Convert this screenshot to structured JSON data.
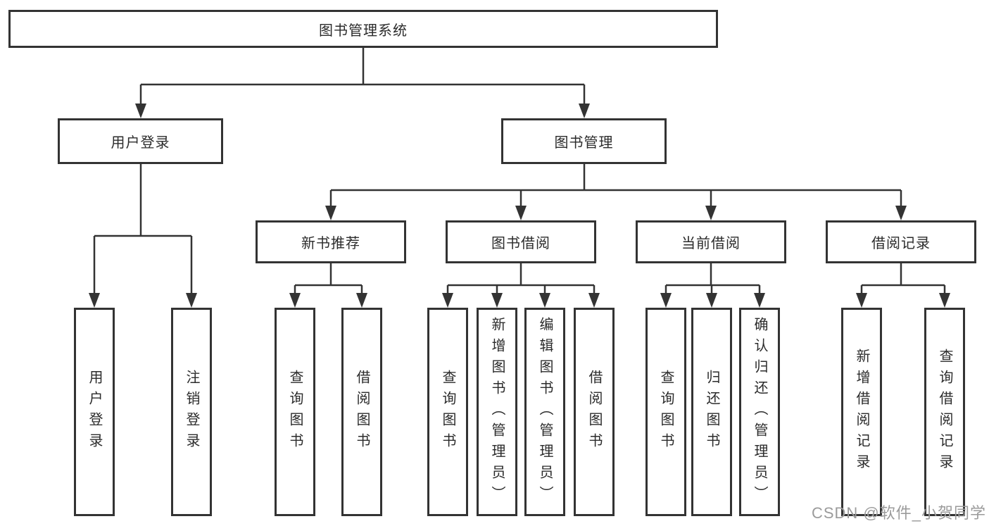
{
  "diagram": {
    "root": {
      "label": "图书管理系统"
    },
    "level2": [
      {
        "label": "用户登录"
      },
      {
        "label": "图书管理"
      }
    ],
    "level3": [
      {
        "label": "新书推荐"
      },
      {
        "label": "图书借阅"
      },
      {
        "label": "当前借阅"
      },
      {
        "label": "借阅记录"
      }
    ],
    "leaves": {
      "user_login": [
        "用户登录",
        "注销登录"
      ],
      "new_book_recommend": [
        "查询图书",
        "借阅图书"
      ],
      "book_borrow": [
        "查询图书",
        "新增图书（管理员）",
        "编辑图书（管理员）",
        "借阅图书"
      ],
      "current_borrow": [
        "查询图书",
        "归还图书",
        "确认归还（管理员）"
      ],
      "borrow_records": [
        "新增借阅记录",
        "查询借阅记录"
      ]
    }
  },
  "colors": {
    "line": "#333333",
    "box_border": "#333333",
    "text": "#2b2b2b",
    "watermark": "#9b9b9b",
    "background": "#ffffff"
  },
  "watermark": {
    "text": "CSDN @软件_小贺同学"
  }
}
